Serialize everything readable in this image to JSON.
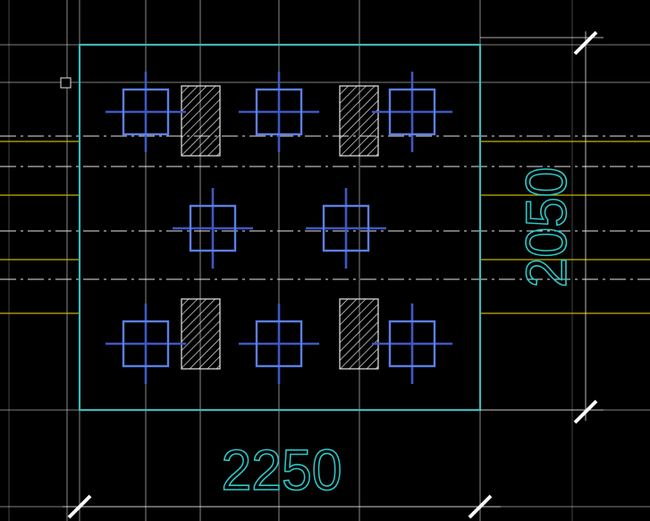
{
  "drawing": {
    "background": "#000000",
    "colors": {
      "boundary": "#3fb8b8",
      "pile": "#5b7fe6",
      "pile_cross": "#3e58c4",
      "hatch": "#e8e8e8",
      "grid_white": "#e6e6e6",
      "yellow_line": "#c8b400",
      "dim_text": "#2ec8c8",
      "tick": "#ffffff"
    },
    "dimensions": {
      "width_label": "2250",
      "height_label": "2050"
    },
    "counts": {
      "piles": 8,
      "hatched_blocks": 4
    }
  }
}
